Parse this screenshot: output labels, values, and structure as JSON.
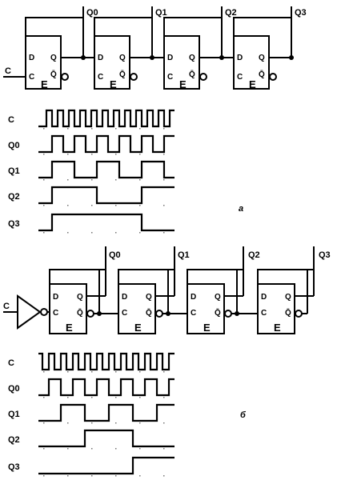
{
  "part_a": {
    "caption": "а",
    "clock_input": "C",
    "outputs": [
      "Q0",
      "Q1",
      "Q2",
      "Q3"
    ],
    "flipflop": {
      "d_pin": "D",
      "c_pin": "C",
      "q_pin": "Q",
      "qbar_pin": "Q̄",
      "enable_label": "E"
    },
    "timing": {
      "signals": [
        {
          "name": "C",
          "edges": [
            10,
            17,
            24,
            31,
            38,
            45,
            52,
            59,
            66,
            73,
            80,
            87,
            94,
            101,
            108,
            115,
            122,
            129,
            136,
            143,
            150,
            157,
            164
          ],
          "initial": 0
        },
        {
          "name": "Q0",
          "edges": [
            17,
            31,
            45,
            59,
            73,
            87,
            101,
            115,
            129,
            143,
            157
          ],
          "initial": 0
        },
        {
          "name": "Q1",
          "edges": [
            17,
            45,
            73,
            101,
            129,
            157
          ],
          "initial": 0
        },
        {
          "name": "Q2",
          "edges": [
            17,
            73,
            129
          ],
          "initial": 0
        },
        {
          "name": "Q3",
          "edges": [
            17,
            129
          ],
          "initial": 0
        }
      ]
    }
  },
  "part_b": {
    "caption": "б",
    "clock_input": "C",
    "outputs": [
      "Q0",
      "Q1",
      "Q2",
      "Q3"
    ],
    "flipflop": {
      "d_pin": "D",
      "c_pin": "C",
      "q_pin": "Q",
      "qbar_pin": "Q̄",
      "enable_label": "E"
    },
    "timing": {
      "signals": [
        {
          "name": "C",
          "edges": [
            5,
            13,
            20,
            28,
            35,
            43,
            50,
            58,
            65,
            73,
            80,
            88,
            95,
            103,
            110,
            118,
            125,
            133,
            140,
            148,
            155,
            163
          ],
          "initial": 1
        },
        {
          "name": "Q0",
          "edges": [
            13,
            28,
            43,
            58,
            73,
            88,
            103,
            118,
            133,
            148,
            163
          ],
          "initial": 0
        },
        {
          "name": "Q1",
          "edges": [
            28,
            58,
            88,
            118,
            148
          ],
          "initial": 0
        },
        {
          "name": "Q2",
          "edges": [
            58,
            118
          ],
          "initial": 0
        },
        {
          "name": "Q3",
          "edges": [
            118
          ],
          "initial": 0
        }
      ]
    }
  }
}
